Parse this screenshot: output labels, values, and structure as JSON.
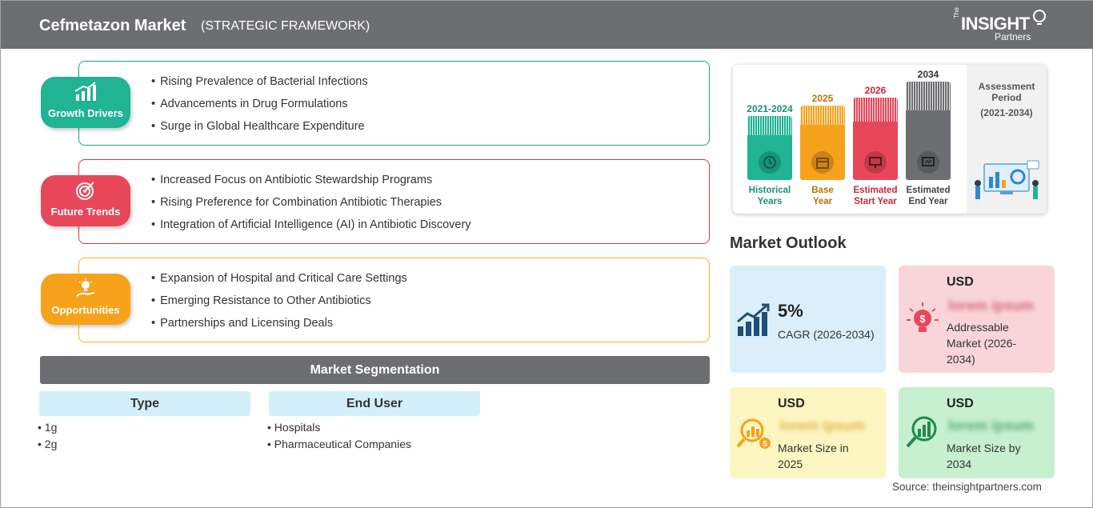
{
  "header": {
    "title": "Cefmetazon Market",
    "subtitle": "(STRATEGIC FRAMEWORK)",
    "logo": {
      "the": "The",
      "insight": "INSIGHT",
      "partners": "Partners"
    }
  },
  "framework": [
    {
      "label": "Growth Drivers",
      "icon": "growth-chart-icon",
      "color": "#20b394",
      "items": [
        "Rising Prevalence of Bacterial Infections",
        "Advancements in Drug Formulations",
        "Surge in Global Healthcare Expenditure"
      ]
    },
    {
      "label": "Future Trends",
      "icon": "target-icon",
      "color": "#e8475a",
      "items": [
        "Increased Focus on Antibiotic Stewardship Programs",
        "Rising Preference for Combination Antibiotic Therapies",
        "Integration of Artificial Intelligence (AI) in Antibiotic Discovery"
      ]
    },
    {
      "label": "Opportunities",
      "icon": "lightbulb-hand-icon",
      "color": "#f7a21b",
      "items": [
        "Expansion of Hospital and Critical Care Settings",
        "Emerging Resistance to Other Antibiotics",
        "Partnerships and Licensing Deals"
      ]
    }
  ],
  "segmentation": {
    "title": "Market Segmentation",
    "columns": [
      {
        "head": "Type",
        "items": [
          "1g",
          "2g"
        ]
      },
      {
        "head": "End User",
        "items": [
          "Hospitals",
          "Pharmaceutical Companies"
        ]
      }
    ]
  },
  "timeline": {
    "columns": [
      {
        "year": "2021-2024",
        "caption_1": "Historical",
        "caption_2": "Years",
        "color": "#20b394",
        "text_color": "#1b8f76",
        "icon": "history-icon"
      },
      {
        "year": "2025",
        "caption_1": "Base",
        "caption_2": "Year",
        "color": "#f7a21b",
        "text_color": "#b57408",
        "icon": "calendar-icon"
      },
      {
        "year": "2026",
        "caption_1": "Estimated",
        "caption_2": "Start Year",
        "color": "#e8475a",
        "text_color": "#c7283c",
        "icon": "presentation-icon"
      },
      {
        "year": "2034",
        "caption_1": "Estimated",
        "caption_2": "End Year",
        "color": "#6d6e71",
        "text_color": "#444444",
        "icon": "monitor-chart-icon"
      }
    ],
    "assessment_title_1": "Assessment",
    "assessment_title_2": "Period",
    "assessment_period": "(2021-2034)"
  },
  "outlook": {
    "title": "Market Outlook",
    "cagr": {
      "value": "5%",
      "label": "CAGR (2026-2034)",
      "icon": "bar-growth-icon"
    },
    "addressable": {
      "currency": "USD",
      "value": "lorem ipsum",
      "label_1": "Addressable",
      "label_2": "Market (2026-",
      "label_3": "2034)",
      "icon": "lightbulb-dollar-icon"
    },
    "size_2025": {
      "currency": "USD",
      "value": "lorem ipsum",
      "label_1": "Market Size in",
      "label_2": "2025",
      "icon": "magnifier-chart-icon"
    },
    "size_2034": {
      "currency": "USD",
      "value": "lorem ipsum",
      "label_1": "Market Size by",
      "label_2": "2034",
      "icon": "magnifier-growth-icon"
    }
  },
  "source": "Source: theinsightpartners.com"
}
